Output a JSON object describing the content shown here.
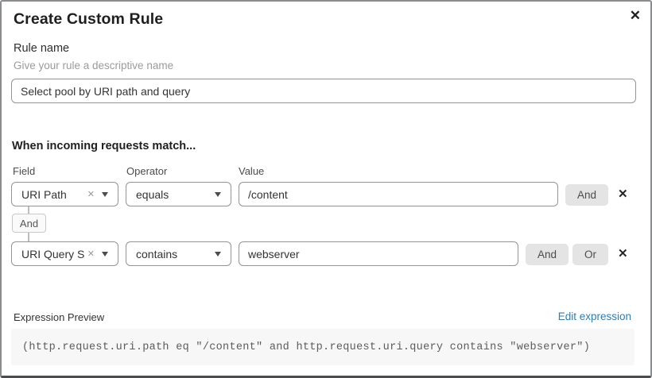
{
  "dialog": {
    "title": "Create Custom Rule"
  },
  "icons": {
    "close": "✕",
    "remove": "✕",
    "clear": "✕"
  },
  "rule_name": {
    "label": "Rule name",
    "hint": "Give your rule a descriptive name",
    "value": "Select pool by URI path and query"
  },
  "match": {
    "heading": "When incoming requests match...",
    "columns": {
      "field": "Field",
      "operator": "Operator",
      "value": "Value"
    },
    "connector_label": "And",
    "rows": [
      {
        "field": "URI Path",
        "operator": "equals",
        "value": "/content",
        "buttons": [
          "And"
        ]
      },
      {
        "field": "URI Query St...",
        "operator": "contains",
        "value": "webserver",
        "buttons": [
          "And",
          "Or"
        ]
      }
    ]
  },
  "expression": {
    "label": "Expression Preview",
    "edit_link": "Edit expression",
    "code": "(http.request.uri.path eq \"/content\" and http.request.uri.query contains \"webserver\")"
  },
  "colors": {
    "link_blue": "#2e7cb8",
    "button_gray": "#e4e4e4",
    "border_gray": "#949494",
    "code_bg": "#f7f7f7"
  }
}
